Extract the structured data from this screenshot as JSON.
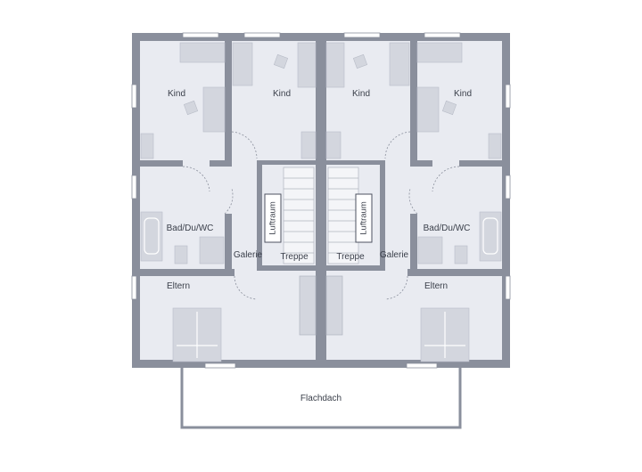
{
  "labels": {
    "kind": "Kind",
    "bad": "Bad/Du/WC",
    "eltern": "Eltern",
    "galerie": "Galerie",
    "treppe": "Treppe",
    "luftraum": "Luftraum",
    "flachdach": "Flachdach"
  },
  "colors": {
    "wall": "#8a8f9c",
    "floor": "#e9ebf1",
    "furniture": "#d3d6de",
    "roof": "#ffffff",
    "outline": "#6f7480"
  }
}
